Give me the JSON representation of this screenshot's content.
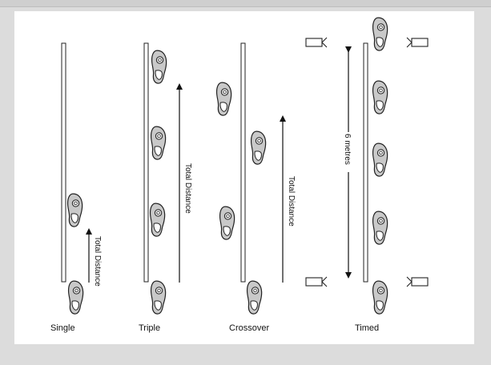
{
  "labels": {
    "single": "Single",
    "triple": "Triple",
    "crossover": "Crossover",
    "timed": "Timed"
  },
  "annotations": {
    "total_distance_single": "Total Distance",
    "total_distance_triple": "Total Distance",
    "total_distance_crossover": "Total Distance",
    "six_metres": "6 metres"
  },
  "colors": {
    "background": "#dcdcdc",
    "panel": "#ffffff",
    "foot_fill": "#c9c9c9",
    "ink": "#111111"
  },
  "icons": [
    "foot-icon",
    "timing-gate-icon"
  ]
}
